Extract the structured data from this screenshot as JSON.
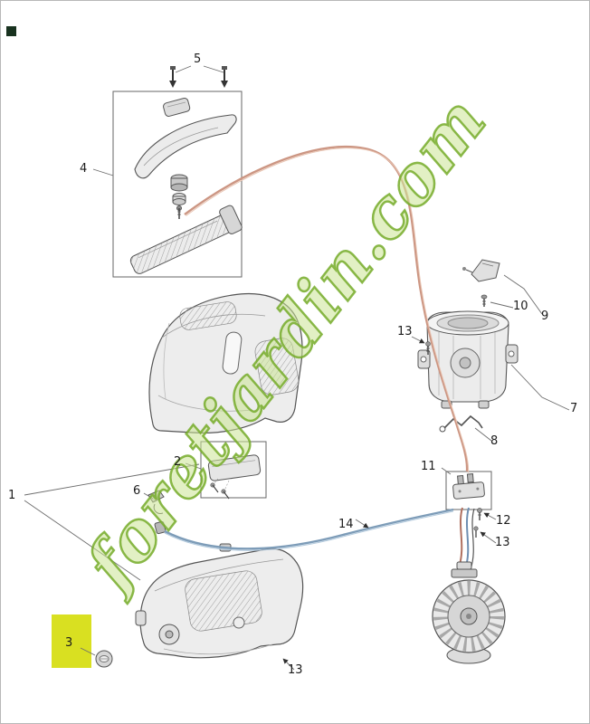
{
  "watermark": {
    "text": "foretjardin.com"
  },
  "diagram": {
    "labels": {
      "p1": "1",
      "p2": "2",
      "p3": "3",
      "p4": "4",
      "p5": "5",
      "p6": "6",
      "p7": "7",
      "p8": "8",
      "p9": "9",
      "p10": "10",
      "p11": "11",
      "p12": "12",
      "p13": "13",
      "p14": "14"
    },
    "highlighted_part": "3",
    "colors": {
      "highlight": "#d9e021",
      "cable_red": "#cc9683",
      "cable_blue": "#7d9cb8",
      "watermark_green": "#76ab2a",
      "outline": "#555555"
    }
  }
}
